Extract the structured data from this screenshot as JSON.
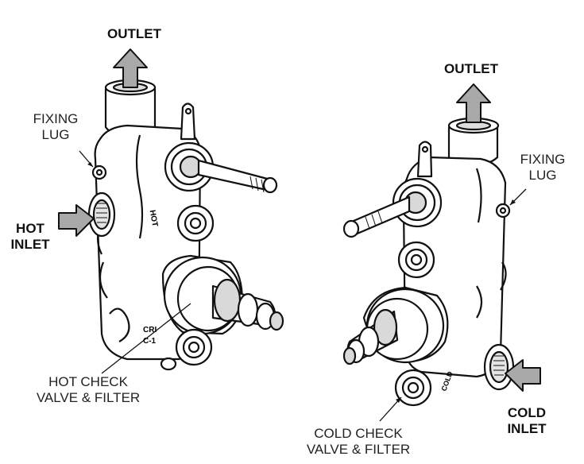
{
  "left_valve": {
    "outlet": "OUTLET",
    "fixing_lug": [
      "FIXING",
      "LUG"
    ],
    "inlet": [
      "HOT",
      "INLET"
    ],
    "check_valve": [
      "HOT CHECK",
      "VALVE & FILTER"
    ],
    "body_marks": [
      "HOT",
      "CRI",
      "C-1"
    ]
  },
  "right_valve": {
    "outlet": "OUTLET",
    "fixing_lug": [
      "FIXING",
      "LUG"
    ],
    "inlet": [
      "COLD",
      "INLET"
    ],
    "check_valve": [
      "COLD CHECK",
      "VALVE & FILTER"
    ],
    "body_marks": [
      "COLD"
    ]
  },
  "colors": {
    "line": "#111111",
    "arrow_fill": "#a9a9a9",
    "body_fill": "#ffffff",
    "shade": "#d9d9d9"
  }
}
